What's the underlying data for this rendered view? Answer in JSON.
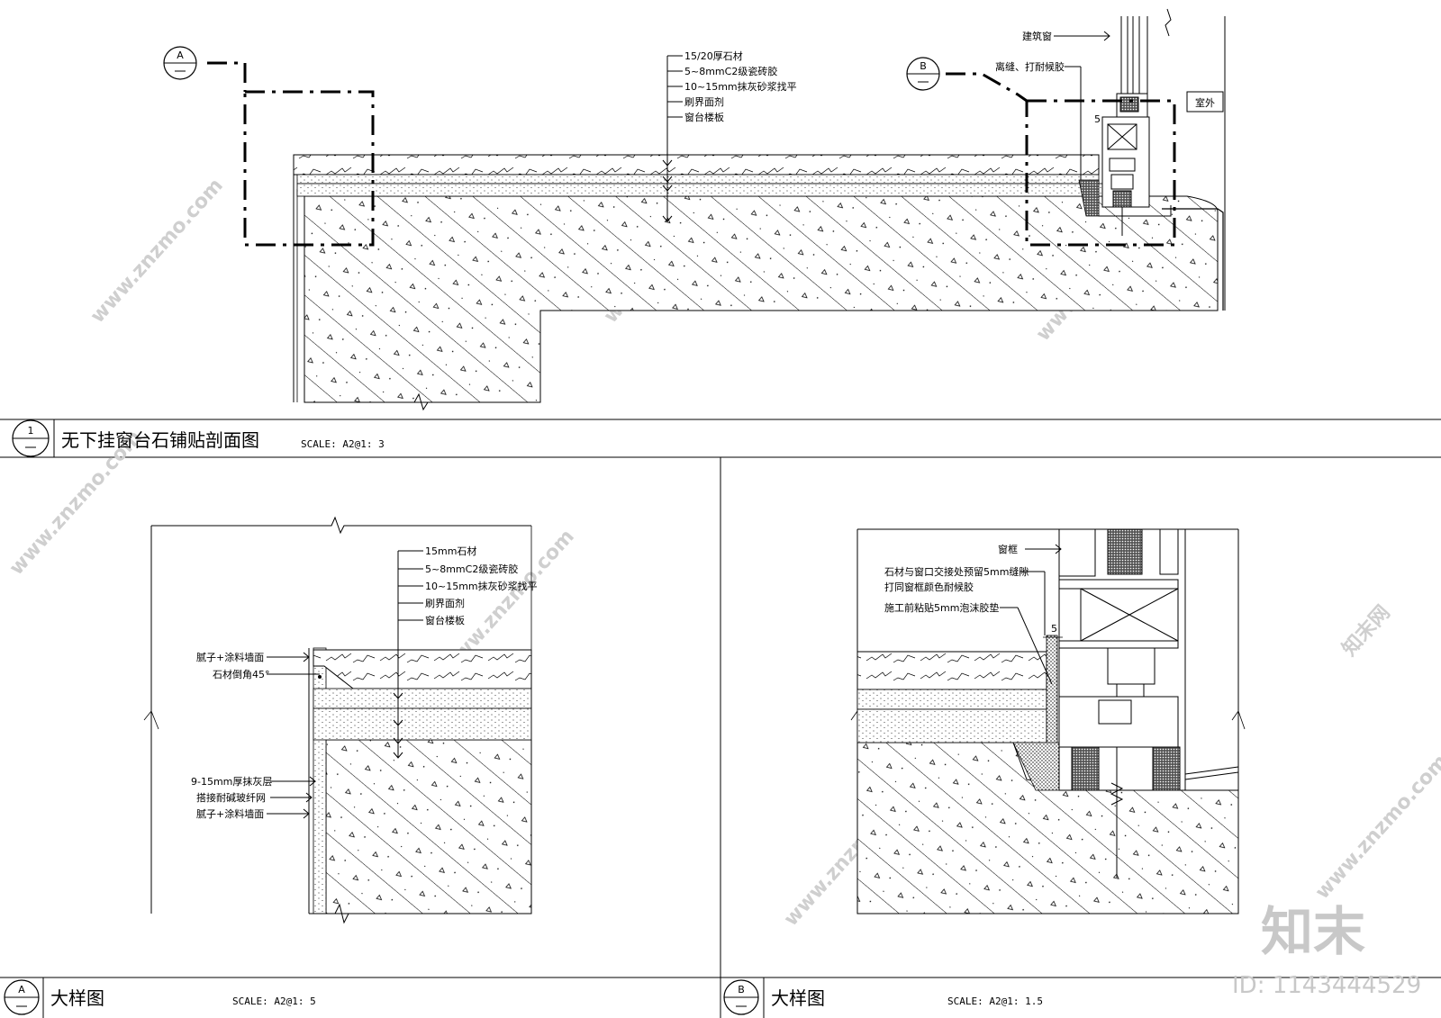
{
  "drawing1": {
    "number": "1",
    "title": "无下挂窗台石铺贴剖面图",
    "scale": "SCALE: A2@1: 3",
    "bubble_a": "A",
    "bubble_b": "B",
    "layer_notes": [
      "15/20厚石材",
      "5~8mmC2级瓷砖胶",
      "10~15mm抹灰砂浆找平",
      "刷界面剂",
      "窗台楼板"
    ],
    "window_label": "建筑窗",
    "sealant_label": "离缝、打耐候胶",
    "outside_label": "室外",
    "gap_dim": "5"
  },
  "detailA": {
    "letter": "A",
    "title": "大样图",
    "scale": "SCALE: A2@1: 5",
    "layer_notes": [
      "15mm石材",
      "5~8mmC2级瓷砖胶",
      "10~15mm抹灰砂浆找平",
      "刷界面剂",
      "窗台楼板"
    ],
    "left_notes": [
      "腻子+涂料墙面",
      "石材倒角45°"
    ],
    "left_notes_lower": [
      "9-15mm厚抹灰层",
      "搭接耐碱玻纤网",
      "腻子+涂料墙面"
    ]
  },
  "detailB": {
    "letter": "B",
    "title": "大样图",
    "scale": "SCALE: A2@1: 1.5",
    "notes": [
      "窗框",
      "石材与窗口交接处预留5mm缝隙",
      "打同窗框颜色耐候胶",
      "施工前粘贴5mm泡沫胶垫"
    ],
    "gap_dim": "5"
  },
  "watermark": {
    "site": "www.znzmo.com",
    "brand": "知末网",
    "logo": "知末",
    "id": "ID: 1143444529"
  }
}
